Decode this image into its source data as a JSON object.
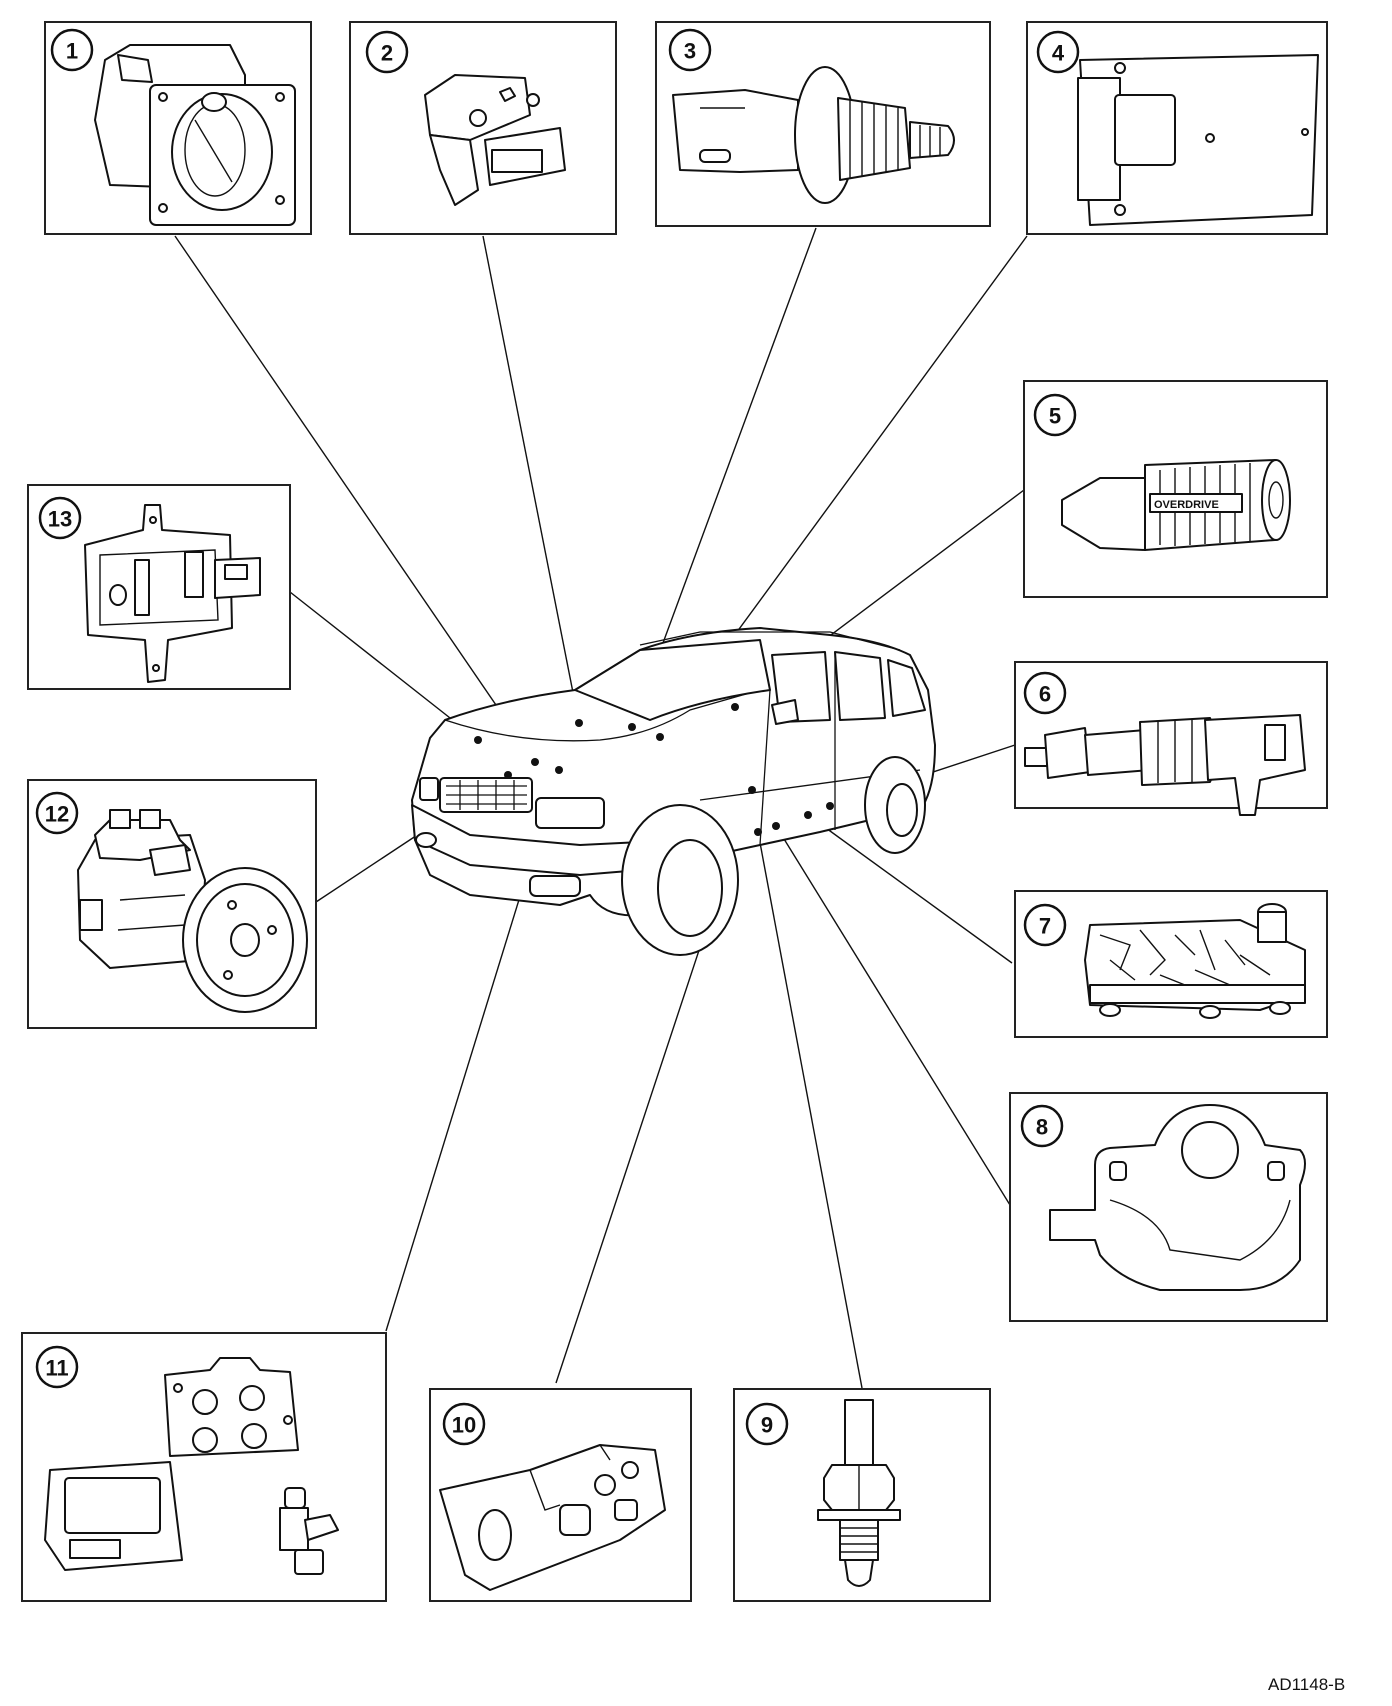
{
  "diagram": {
    "figure_code": "AD1148-B",
    "part_five_label": "OVERDRIVE",
    "callouts": [
      "1",
      "2",
      "3",
      "4",
      "5",
      "6",
      "7",
      "8",
      "9",
      "10",
      "11",
      "12",
      "13"
    ]
  }
}
